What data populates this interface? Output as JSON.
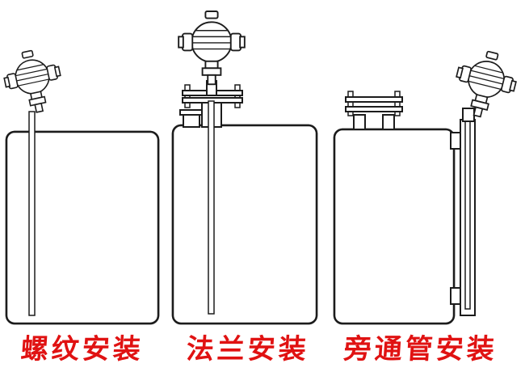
{
  "labels": {
    "tank1": "螺纹安装",
    "tank2": "法兰安装",
    "tank3": "旁通管安装"
  },
  "colors": {
    "liquid": "#1A9CD8",
    "outline": "#1C1C1C",
    "label_red": "#E01212",
    "background": "#FFFFFF"
  },
  "icons": {
    "transmitter": "level-transmitter-icon",
    "flange": "flange-icon",
    "bypass": "bypass-pipe-icon"
  }
}
